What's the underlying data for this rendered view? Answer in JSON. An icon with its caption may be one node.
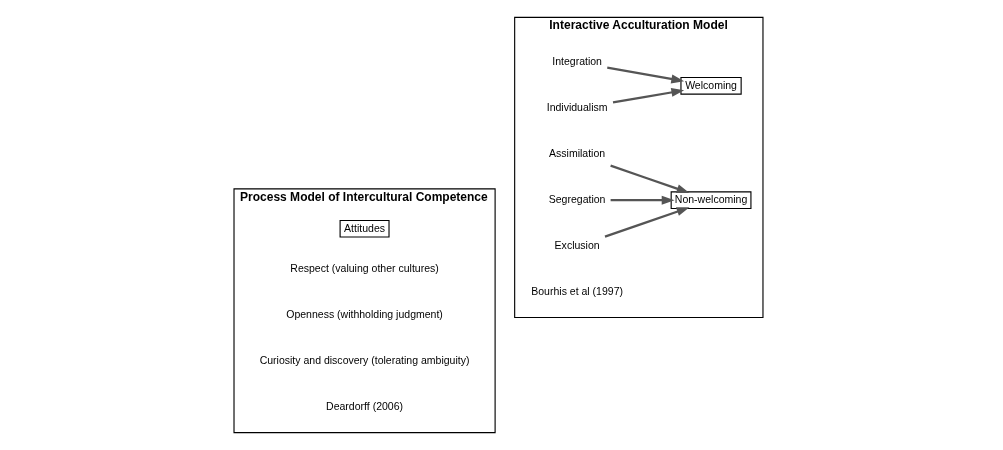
{
  "diagram": {
    "nodes": [
      {
        "text": [
          "Process Model of Intercultural Competence"
        ]
      },
      {
        "text": [
          "Attitudes"
        ],
        "in": 0
      },
      {
        "text": [
          "Respect (valuing other cultures)"
        ],
        "in": 0
      },
      {
        "text": [
          "Openness (withholding judgment)"
        ],
        "in": 0
      },
      {
        "text": [
          "Curiosity and discovery (tolerating ambiguity)"
        ],
        "in": 0
      },
      {
        "text": [
          "Deardorff (2006)"
        ],
        "in": 0
      },
      {
        "text": [
          "Interactive Acculturation Model"
        ]
      },
      {
        "text": [
          "Integration"
        ],
        "in": 6
      },
      {
        "text": [
          "Individualism"
        ],
        "in": 6
      },
      {
        "text": [
          "Welcoming"
        ],
        "in": 6
      },
      {
        "text": [
          "Assimilation"
        ],
        "in": 6
      },
      {
        "text": [
          "Segregation"
        ],
        "in": 6
      },
      {
        "text": [
          "Exclusion"
        ],
        "in": 6
      },
      {
        "text": [
          "Non-welcoming"
        ],
        "in": 6
      },
      {
        "text": [
          "Bourhis et al (1997)"
        ],
        "in": 6
      }
    ],
    "edges": [
      {
        "from": 7,
        "to": 9,
        "arrow": "to"
      },
      {
        "from": 8,
        "to": 9,
        "arrow": "to"
      },
      {
        "from": 10,
        "to": 13,
        "arrow": "to"
      },
      {
        "from": 11,
        "to": 13,
        "arrow": "to"
      },
      {
        "from": 12,
        "to": 13,
        "arrow": "to"
      }
    ]
  }
}
